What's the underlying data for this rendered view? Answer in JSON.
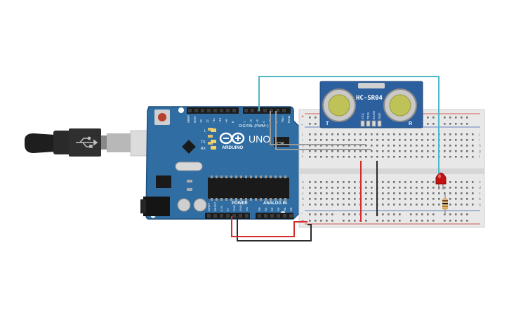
{
  "arduino": {
    "board_name": "UNO",
    "brand": "ARDUINO",
    "digital_label": "DIGITAL (PWM~)",
    "power_label": "POWER",
    "analog_label": "ANALOG IN",
    "icsp_label": "ICSP",
    "led_l": "L",
    "led_tx": "TX",
    "led_rx": "RX",
    "digital_pins": [
      "AREF",
      "GND",
      "13",
      "12",
      "~11",
      "~10",
      "~9",
      "8",
      "7",
      "~6",
      "~5",
      "4",
      "~3",
      "2",
      "TX▸1",
      "RX◂0"
    ],
    "power_pins": [
      "IOREF",
      "RESET",
      "3.3V",
      "5V",
      "GND",
      "GND",
      "Vin"
    ],
    "analog_pins": [
      "A0",
      "A1",
      "A2",
      "A3",
      "A4",
      "A5"
    ]
  },
  "sensor": {
    "label": "HC-SR04",
    "pins": [
      "VCC",
      "TRIG",
      "ECHO",
      "GND"
    ],
    "corner_left": "T",
    "corner_right": "R"
  },
  "breadboard": {
    "row_letters_top": [
      "j",
      "i",
      "h",
      "g",
      "f"
    ],
    "row_letters_bottom": [
      "e",
      "d",
      "c",
      "b",
      "a"
    ],
    "plus": "+",
    "minus": "-"
  },
  "colors": {
    "board": "#2f6da3",
    "board_edge": "#1f4f7c",
    "wire_cyan": "#4fb8c8",
    "wire_red": "#d42a2a",
    "wire_black": "#2a2a2a",
    "wire_gray": "#9a9a9a",
    "led_red": "#c41212",
    "breadboard": "#e8e8e8"
  }
}
